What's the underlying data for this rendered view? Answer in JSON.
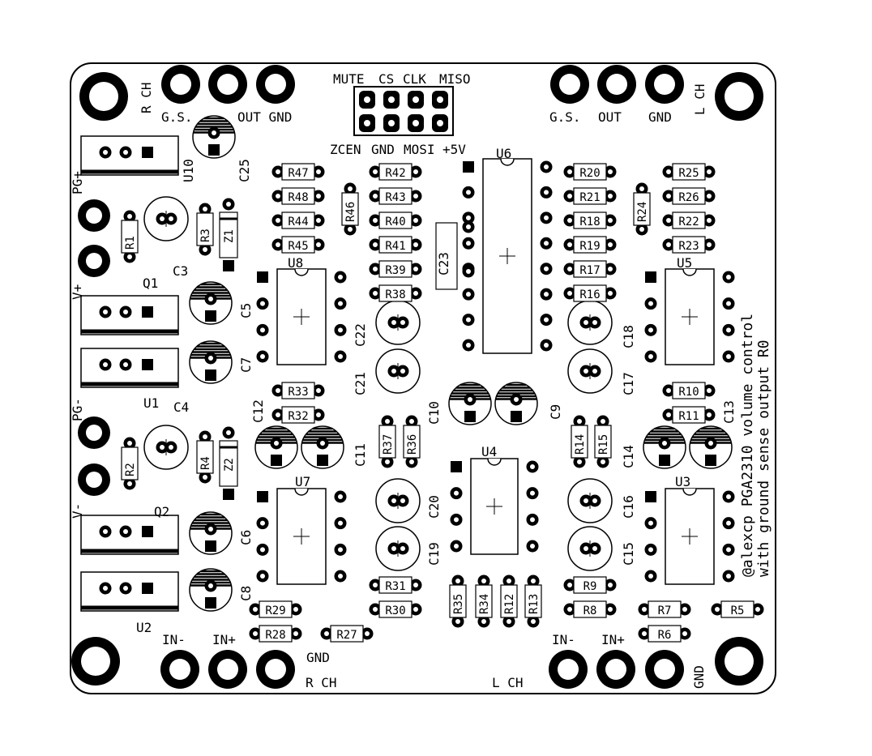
{
  "header_left": {
    "pins": [
      "MUTE",
      "CS",
      "CLK",
      "MISO"
    ]
  },
  "header_bottom": {
    "pins": [
      "ZCEN",
      "GND",
      "MOSI",
      "+5V"
    ]
  },
  "connectors": {
    "r_ch_top": "R CH",
    "l_ch_top": "L CH",
    "gs_left": "G.S.",
    "out_gnd_left": "OUT GND",
    "gs_right": "G.S.",
    "out_right": "OUT",
    "gnd_right": "GND",
    "in_minus_l": "IN-",
    "in_plus_l": "IN+",
    "gnd_l": "GND",
    "r_ch_bottom": "R CH",
    "in_minus_r": "IN-",
    "in_plus_r": "IN+",
    "l_ch_bottom": "L CH",
    "gnd_r": "GND",
    "pg_plus": "PG+",
    "pg_minus": "PG-",
    "v_plus": "V+",
    "v_minus": "V-"
  },
  "credit": {
    "line1": "@alexcp PGA2310 volume control",
    "line2": "with ground sense output R0"
  },
  "parts": {
    "u1": "U1",
    "u2": "U2",
    "u3": "U3",
    "u4": "U4",
    "u5": "U5",
    "u6": "U6",
    "u7": "U7",
    "u8": "U8",
    "u10": "U10",
    "q1": "Q1",
    "q2": "Q2",
    "z1": "Z1",
    "z2": "Z2",
    "c3": "C3",
    "c4": "C4",
    "c5": "C5",
    "c6": "C6",
    "c7": "C7",
    "c8": "C8",
    "c9": "C9",
    "c10": "C10",
    "c11": "C11",
    "c12": "C12",
    "c13": "C13",
    "c14": "C14",
    "c15": "C15",
    "c16": "C16",
    "c17": "C17",
    "c18": "C18",
    "c19": "C19",
    "c20": "C20",
    "c21": "C21",
    "c22": "C22",
    "c23": "C23",
    "c25": "C25",
    "r1": "R1",
    "r2": "R2",
    "r3": "R3",
    "r4": "R4",
    "r5": "R5",
    "r6": "R6",
    "r7": "R7",
    "r8": "R8",
    "r9": "R9",
    "r10": "R10",
    "r11": "R11",
    "r12": "R12",
    "r13": "R13",
    "r14": "R14",
    "r15": "R15",
    "r16": "R16",
    "r17": "R17",
    "r18": "R18",
    "r19": "R19",
    "r20": "R20",
    "r21": "R21",
    "r22": "R22",
    "r23": "R23",
    "r24": "R24",
    "r25": "R25",
    "r26": "R26",
    "r27": "R27",
    "r28": "R28",
    "r29": "R29",
    "r30": "R30",
    "r31": "R31",
    "r32": "R32",
    "r33": "R33",
    "r34": "R34",
    "r35": "R35",
    "r36": "R36",
    "r37": "R37",
    "r38": "R38",
    "r39": "R39",
    "r40": "R40",
    "r41": "R41",
    "r42": "R42",
    "r43": "R43",
    "r44": "R44",
    "r45": "R45",
    "r46": "R46",
    "r47": "R47",
    "r48": "R48"
  }
}
